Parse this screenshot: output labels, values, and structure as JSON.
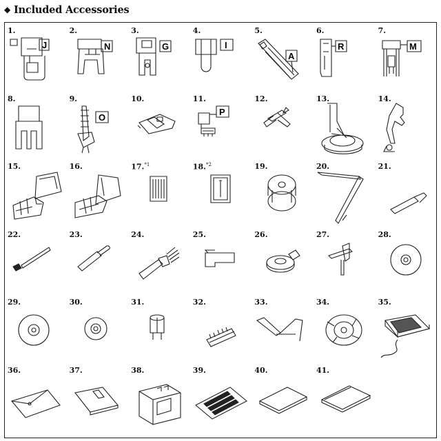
{
  "heading": {
    "marker": "◆",
    "title": "Included Accessories"
  },
  "items": [
    {
      "num": "1.",
      "letter": "J"
    },
    {
      "num": "2.",
      "letter": "N"
    },
    {
      "num": "3.",
      "letter": "G"
    },
    {
      "num": "4.",
      "letter": "I"
    },
    {
      "num": "5.",
      "letter": "A"
    },
    {
      "num": "6.",
      "letter": "R"
    },
    {
      "num": "7.",
      "letter": "M"
    },
    {
      "num": "8.",
      "letter": ""
    },
    {
      "num": "9.",
      "letter": "O"
    },
    {
      "num": "10.",
      "letter": ""
    },
    {
      "num": "11.",
      "letter": "P"
    },
    {
      "num": "12.",
      "letter": ""
    },
    {
      "num": "13.",
      "letter": ""
    },
    {
      "num": "14.",
      "letter": ""
    },
    {
      "num": "15.",
      "letter": ""
    },
    {
      "num": "16.",
      "letter": ""
    },
    {
      "num": "17.",
      "note": "*1",
      "letter": ""
    },
    {
      "num": "18.",
      "note": "*2",
      "letter": ""
    },
    {
      "num": "19.",
      "letter": ""
    },
    {
      "num": "20.",
      "letter": ""
    },
    {
      "num": "21.",
      "letter": ""
    },
    {
      "num": "22.",
      "letter": ""
    },
    {
      "num": "23.",
      "letter": ""
    },
    {
      "num": "24.",
      "letter": ""
    },
    {
      "num": "25.",
      "letter": ""
    },
    {
      "num": "26.",
      "letter": ""
    },
    {
      "num": "27.",
      "letter": ""
    },
    {
      "num": "28.",
      "letter": ""
    },
    {
      "num": "29.",
      "letter": ""
    },
    {
      "num": "30.",
      "letter": ""
    },
    {
      "num": "31.",
      "letter": ""
    },
    {
      "num": "32.",
      "letter": ""
    },
    {
      "num": "33.",
      "letter": ""
    },
    {
      "num": "34.",
      "letter": ""
    },
    {
      "num": "35.",
      "letter": ""
    },
    {
      "num": "36.",
      "letter": ""
    },
    {
      "num": "37.",
      "letter": ""
    },
    {
      "num": "38.",
      "letter": ""
    },
    {
      "num": "39.",
      "letter": ""
    },
    {
      "num": "40.",
      "letter": ""
    },
    {
      "num": "41.",
      "letter": ""
    }
  ]
}
